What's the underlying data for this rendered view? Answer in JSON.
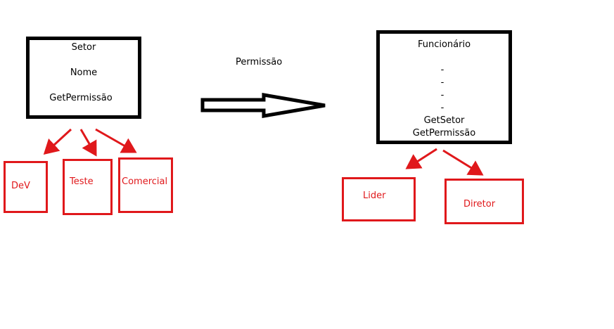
{
  "left_class": {
    "title": "Setor",
    "field": "Nome",
    "method": "GetPermissão"
  },
  "arrow_label": "Permissão",
  "right_class": {
    "title": "Funcionário",
    "dashes": [
      "-",
      "-",
      "-",
      "-"
    ],
    "method_setor": "GetSetor",
    "method_permissao": "GetPermissão"
  },
  "left_children": [
    "DeV",
    "Teste",
    "Comercial"
  ],
  "right_children": [
    "Lider",
    "Diretor"
  ],
  "colors": {
    "border": "#000000",
    "child": "#e0181b"
  }
}
